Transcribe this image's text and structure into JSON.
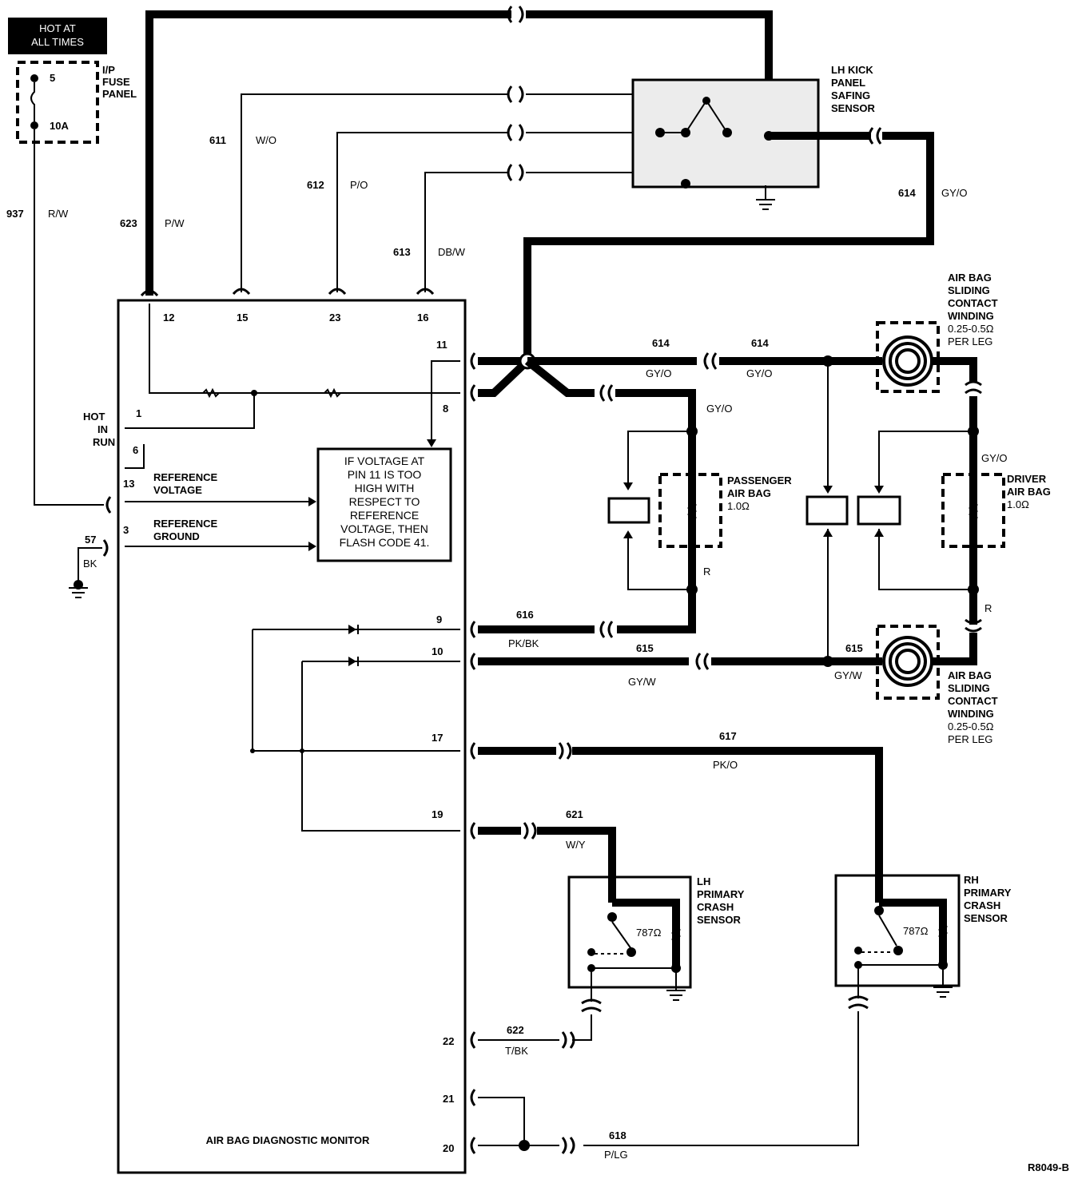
{
  "power": {
    "hot_label_line1": "HOT AT",
    "hot_label_line2": "ALL TIMES",
    "fuse_number": "5",
    "fuse_rating": "10A",
    "fuse_panel_line1": "I/P",
    "fuse_panel_line2": "FUSE",
    "fuse_panel_line3": "PANEL"
  },
  "circuits": {
    "c937": "937",
    "c937_color": "R/W",
    "c623": "623",
    "c623_color": "P/W",
    "c611": "611",
    "c611_color": "W/O",
    "c612": "612",
    "c612_color": "P/O",
    "c613": "613",
    "c613_color": "DB/W",
    "c614": "614",
    "c614_color": "GY/O",
    "c614a": "614",
    "c614b": "614",
    "c614a_color": "GY/O",
    "c614b_color": "GY/O",
    "c614_pass_color": "GY/O",
    "c614_drv_color": "GY/O",
    "c616": "616",
    "c616_color": "PK/BK",
    "c615a": "615",
    "c615b": "615",
    "c615a_color": "GY/W",
    "c615b_color": "GY/W",
    "c617": "617",
    "c617_color": "PK/O",
    "c621": "621",
    "c621_color": "W/Y",
    "c622": "622",
    "c622_color": "T/BK",
    "c618": "618",
    "c618_color": "P/LG",
    "c57": "57",
    "c57_color": "BK",
    "r_pass": "R",
    "r_drv": "R"
  },
  "monitor": {
    "title": "AIR BAG DIAGNOSTIC MONITOR",
    "pins": {
      "p12": "12",
      "p15": "15",
      "p23": "23",
      "p16": "16",
      "p11": "11",
      "p8": "8",
      "p1": "1",
      "p6": "6",
      "p13": "13",
      "p3": "3",
      "p9": "9",
      "p10": "10",
      "p17": "17",
      "p19": "19",
      "p22": "22",
      "p21": "21",
      "p20": "20"
    },
    "hot_in_run_1": "HOT",
    "hot_in_run_2": "IN",
    "hot_in_run_3": "RUN",
    "ref_voltage_1": "REFERENCE",
    "ref_voltage_2": "VOLTAGE",
    "ref_ground_1": "REFERENCE",
    "ref_ground_2": "GROUND",
    "note_lines": [
      "IF VOLTAGE AT",
      "PIN 11 IS TOO",
      "HIGH WITH",
      "RESPECT TO",
      "REFERENCE",
      "VOLTAGE, THEN",
      "FLASH CODE 41."
    ]
  },
  "components": {
    "safing_sensor": [
      "LH KICK",
      "PANEL",
      "SAFING",
      "SENSOR"
    ],
    "passenger_airbag": [
      "PASSENGER",
      "AIR BAG",
      "1.0Ω"
    ],
    "driver_airbag": [
      "DRIVER",
      "AIR BAG",
      "1.0Ω"
    ],
    "contact_winding_top": [
      "AIR BAG",
      "SLIDING",
      "CONTACT",
      "WINDING",
      "0.25-0.5Ω",
      "PER LEG"
    ],
    "contact_winding_bottom": [
      "AIR BAG",
      "SLIDING",
      "CONTACT",
      "WINDING",
      "0.25-0.5Ω",
      "PER LEG"
    ],
    "lh_crash_sensor": [
      "LH",
      "PRIMARY",
      "CRASH",
      "SENSOR"
    ],
    "rh_crash_sensor": [
      "RH",
      "PRIMARY",
      "CRASH",
      "SENSOR"
    ],
    "lh_resistor": "787Ω",
    "rh_resistor": "787Ω"
  },
  "figure_id": "R8049-B"
}
